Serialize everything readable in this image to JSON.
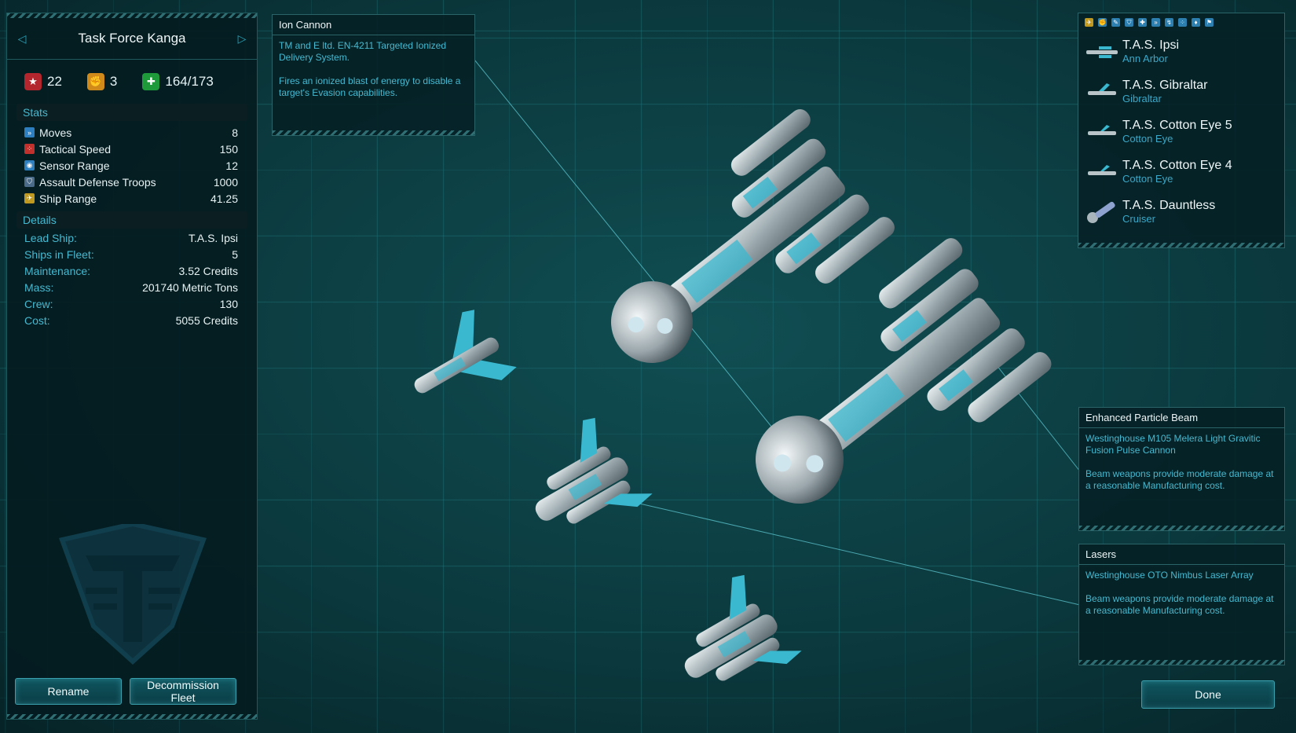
{
  "fleet": {
    "title": "Task Force Kanga",
    "prev_label": "◁",
    "next_label": "▷"
  },
  "resources": [
    {
      "icon": "military-star-icon",
      "value": "22",
      "color": "#b3262d"
    },
    {
      "icon": "fist-icon",
      "value": "3",
      "color": "#d08a1a"
    },
    {
      "icon": "health-cross-icon",
      "value": "164/173",
      "color": "#1e9a3a"
    }
  ],
  "stats": {
    "header": "Stats",
    "rows": [
      {
        "label": "Moves",
        "value": "8",
        "icon": "moves-icon",
        "color": "#2d7fc0"
      },
      {
        "label": "Tactical Speed",
        "value": "150",
        "icon": "tactical-speed-icon",
        "color": "#c0302d"
      },
      {
        "label": "Sensor Range",
        "value": "12",
        "icon": "sensor-icon",
        "color": "#2d7fc0"
      },
      {
        "label": "Assault Defense Troops",
        "value": "1000",
        "icon": "shield-icon",
        "color": "#4a6c8a"
      },
      {
        "label": "Ship Range",
        "value": "41.25",
        "icon": "ship-range-icon",
        "color": "#c09a20"
      }
    ]
  },
  "details": {
    "header": "Details",
    "rows": [
      {
        "label": "Lead Ship:",
        "value": "T.A.S. Ipsi"
      },
      {
        "label": "Ships in Fleet:",
        "value": "5"
      },
      {
        "label": "Maintenance:",
        "value": "3.52 Credits"
      },
      {
        "label": "Mass:",
        "value": "201740 Metric Tons"
      },
      {
        "label": "Crew:",
        "value": "130"
      },
      {
        "label": "Cost:",
        "value": "5055 Credits"
      }
    ]
  },
  "buttons": {
    "rename": "Rename",
    "decommission": "Decommission Fleet",
    "done": "Done"
  },
  "tooltips": {
    "ion_cannon": {
      "title": "Ion Cannon",
      "line1": "TM and E ltd. EN-4211 Targeted Ionized Delivery System.",
      "line2": "Fires an ionized blast of energy to disable a target's Evasion capabilities."
    },
    "particle_beam": {
      "title": "Enhanced Particle Beam",
      "line1": "Westinghouse M105 Melera Light Gravitic Fusion Pulse Cannon",
      "line2": "Beam weapons provide moderate damage at a reasonable Manufacturing cost."
    },
    "lasers": {
      "title": "Lasers",
      "line1": "Westinghouse OTO Nimbus Laser Array",
      "line2": "Beam weapons provide moderate damage at a reasonable Manufacturing cost."
    }
  },
  "ship_list": {
    "filter_icons": [
      "fighter-icon",
      "fist-icon",
      "wrench-icon",
      "shield-icon",
      "cross-icon",
      "moves-icon",
      "range-icon",
      "grid-icon",
      "badge-icon",
      "plane-icon"
    ],
    "ships": [
      {
        "name": "T.A.S. Ipsi",
        "class": "Ann Arbor"
      },
      {
        "name": "T.A.S. Gibraltar",
        "class": "Gibraltar"
      },
      {
        "name": "T.A.S. Cotton Eye 5",
        "class": "Cotton Eye"
      },
      {
        "name": "T.A.S. Cotton Eye 4",
        "class": "Cotton Eye"
      },
      {
        "name": "T.A.S. Dauntless",
        "class": "Cruiser"
      }
    ]
  }
}
